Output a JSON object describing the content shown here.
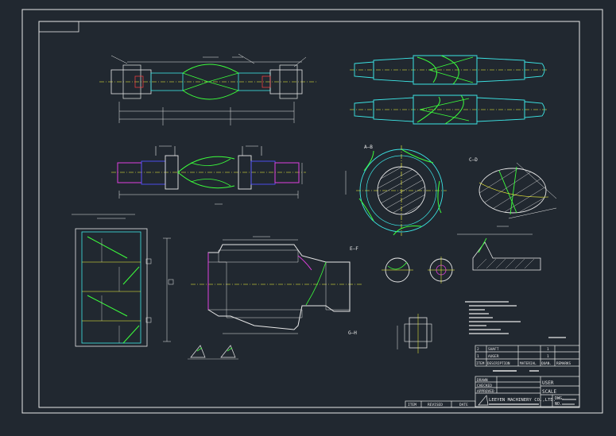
{
  "drawing": {
    "section_labels": {
      "a_b": "A—B",
      "c_d": "C—D",
      "e_f": "E—F",
      "g_h": "G—H"
    },
    "title_block": {
      "parts_list": [
        {
          "item": "2",
          "description": "SHAFT",
          "material": "",
          "quantity": "1",
          "remarks": ""
        },
        {
          "item": "1",
          "description": "AUGER",
          "material": "",
          "quantity": "1",
          "remarks": ""
        }
      ],
      "parts_header": {
        "item": "ITEM",
        "description": "DESCRIPTION",
        "material": "MATERIAL",
        "quantity": "QUAN.",
        "remarks": "REMARKS"
      },
      "signoffs": [
        "DRAWN",
        "CHECKED",
        "APPROVED"
      ],
      "user_label": "USER",
      "scale_label": "SCALE",
      "company": "LEEYEN MACHINERY CO.,LTD.",
      "dwg_label": "DWG.",
      "no_label": "NO.",
      "revision_header": {
        "item": "ITEM",
        "revised": "REVISED",
        "date": "DATE"
      }
    }
  },
  "colors": {
    "background": "#212830",
    "border": "#e8e8e8",
    "part_outline": "#e8e8e8",
    "centerline": "#ffff3a",
    "helix": "#3cff3c",
    "cyan": "#3ce6e6",
    "magenta": "#e040e0",
    "hatch": "#d8d8d8",
    "blue": "#5050ff",
    "red": "#ff4040"
  }
}
